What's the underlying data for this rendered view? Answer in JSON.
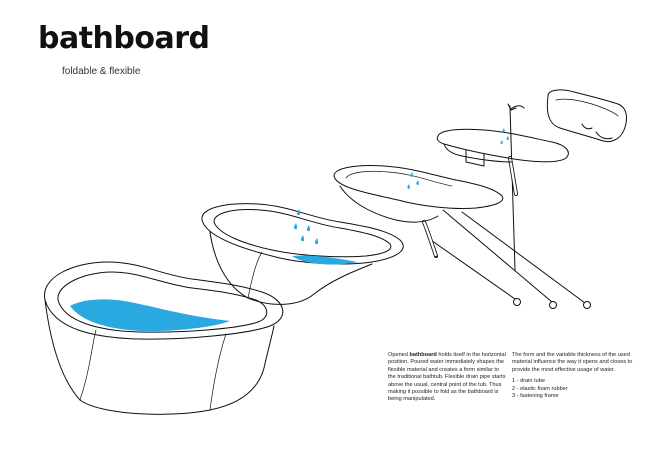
{
  "header": {
    "title": "bathboard",
    "subtitle": "foldable & flexible"
  },
  "description": {
    "left_prefix": "Opened",
    "left_brand": "bathboard",
    "left_text": "holds itself in the horizontal position. Poured water immediately shapes the flexible material and creates a form similar to the traditional bathtub. Flexible drain pipe starts above the usual, central point of the tub. Thus making it possible to fold as the bathboard is being manipulated.",
    "right_text": "The form and the variable thickness of the used material influence the way it opens and closes to provide the most effective usage of water.",
    "legend": [
      "1 - drain tube",
      "2 - elastic foam rubber",
      "3 - fastening frame"
    ]
  },
  "colors": {
    "water": "#29a9e0",
    "line": "#111111"
  }
}
